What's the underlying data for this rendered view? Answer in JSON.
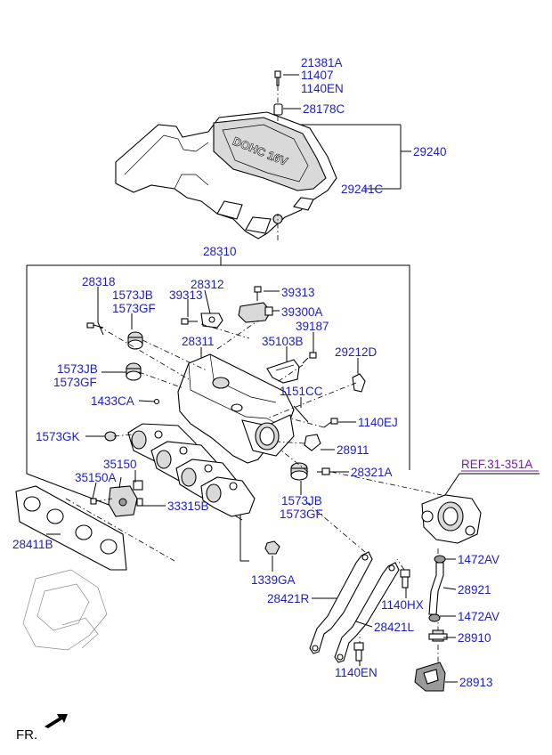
{
  "labels": {
    "p21381A": "21381A",
    "p11407": "11407",
    "p1140EN_top": "1140EN",
    "p28178C": "28178C",
    "p29240": "29240",
    "p29241C": "29241C",
    "p28310": "28310",
    "p28318": "28318",
    "p1573JB_1": "1573JB",
    "p1573GF_1": "1573GF",
    "p39313_a": "39313",
    "p28312": "28312",
    "p39313_b": "39313",
    "p39300A": "39300A",
    "p39187": "39187",
    "p28311": "28311",
    "p35103B": "35103B",
    "p29212D": "29212D",
    "p1573JB_2": "1573JB",
    "p1573GF_2": "1573GF",
    "p1433CA": "1433CA",
    "p1151CC": "1151CC",
    "p1140EJ": "1140EJ",
    "p1573GK": "1573GK",
    "p28911": "28911",
    "p35150": "35150",
    "p35150A": "35150A",
    "p28321A": "28321A",
    "p33315B": "33315B",
    "p1573JB_3": "1573JB",
    "p1573GF_3": "1573GF",
    "pREF": "REF.31-351A",
    "p28411B": "28411B",
    "p1472AV_1": "1472AV",
    "p1339GA": "1339GA",
    "p28921": "28921",
    "p28421R": "28421R",
    "p1140HX": "1140HX",
    "p1472AV_2": "1472AV",
    "p28421L": "28421L",
    "p28910": "28910",
    "p1140EN_bot": "1140EN",
    "p28913": "28913",
    "fr": "FR."
  },
  "emblem": {
    "cover_text": "DOHC 16V"
  }
}
